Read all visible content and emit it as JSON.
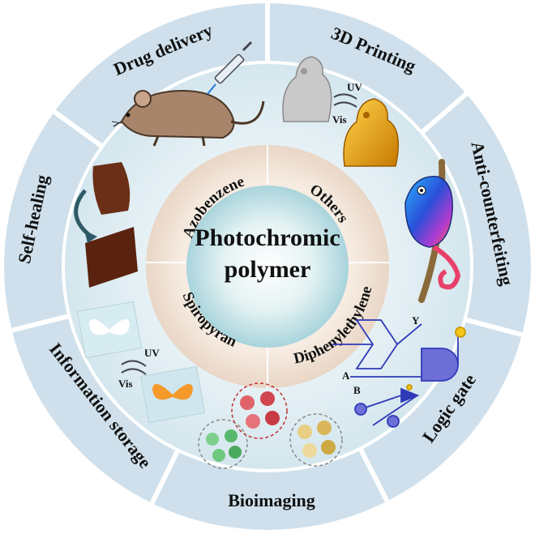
{
  "center": {
    "line1": "Photochromic",
    "line2": "polymer"
  },
  "classes": [
    "Azobenzene",
    "Others",
    "Diphenylethylene",
    "Spiropyran"
  ],
  "applications": [
    "Drug delivery",
    "3D Printing",
    "Anti-counterfeiting",
    "Logic gate",
    "Bioimaging",
    "Information storage",
    "Self-healing"
  ],
  "labels": {
    "uv": "UV",
    "vis": "Vis",
    "gate_a": "A",
    "gate_b": "B",
    "gate_y": "Y"
  },
  "colors": {
    "outer_ring": "#cfe0ec",
    "ring_gap": "#ffffff",
    "inner_disc": "#e3eff4",
    "class_ring": "#f5e8dc",
    "center_core": "#bfe0e5"
  }
}
